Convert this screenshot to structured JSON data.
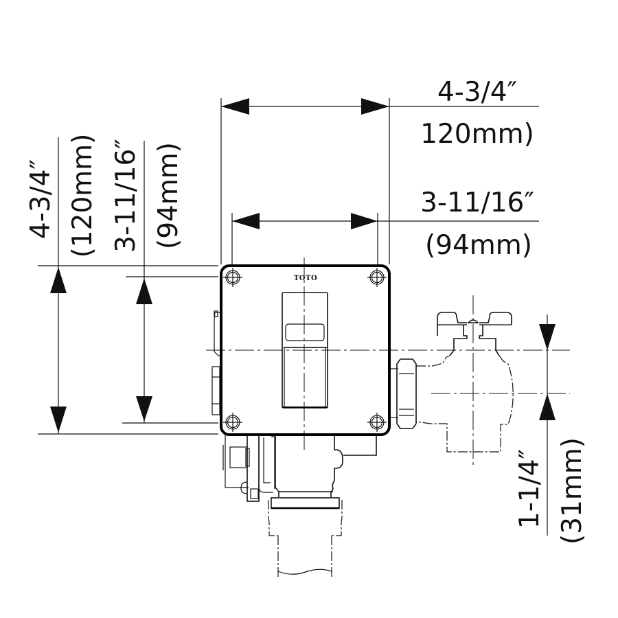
{
  "drawing": {
    "brand_label": "TOTO",
    "line_color": "#111111",
    "background": "#ffffff"
  },
  "dimensions": {
    "top_width_outer": {
      "imperial": "4-3/4″",
      "metric": "120mm)"
    },
    "top_width_inner": {
      "imperial": "3-11/16″",
      "metric": "(94mm)"
    },
    "left_height_outer": {
      "imperial": "4-3/4″",
      "metric": "(120mm)"
    },
    "left_height_inner": {
      "imperial": "3-11/16″",
      "metric": "(94mm)"
    },
    "right_offset": {
      "imperial": "1-1/4″",
      "metric": "(31mm)"
    }
  }
}
